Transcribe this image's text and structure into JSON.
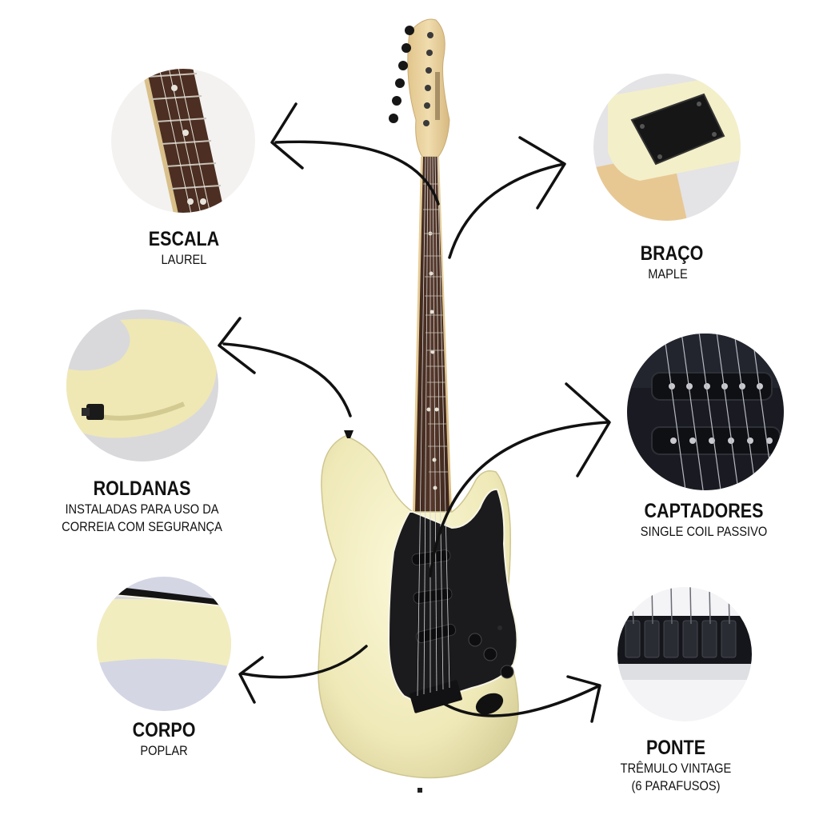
{
  "features": [
    {
      "id": "escala",
      "title": "ESCALA",
      "subtitle_lines": [
        "LAUREL"
      ]
    },
    {
      "id": "braco",
      "title": "BRAÇO",
      "subtitle_lines": [
        "MAPLE"
      ]
    },
    {
      "id": "roldanas",
      "title": "ROLDANAS",
      "subtitle_lines": [
        "INSTALADAS PARA USO DA",
        "CORREIA COM SEGURANÇA"
      ]
    },
    {
      "id": "captadores",
      "title": "CAPTADORES",
      "subtitle_lines": [
        "SINGLE COIL PASSIVO"
      ]
    },
    {
      "id": "corpo",
      "title": "CORPO",
      "subtitle_lines": [
        "POPLAR"
      ]
    },
    {
      "id": "ponte",
      "title": "PONTE",
      "subtitle_lines": [
        "TRÊMULO VINTAGE",
        "(6 PARAFUSOS)"
      ]
    }
  ],
  "colors": {
    "body_cream": "#f1ecc0",
    "body_shade": "#d9d3a2",
    "pickguard": "#1b1b1d",
    "fretboard": "#4a2e22",
    "neck_maple": "#ecd6a3",
    "arrow": "#111111"
  }
}
